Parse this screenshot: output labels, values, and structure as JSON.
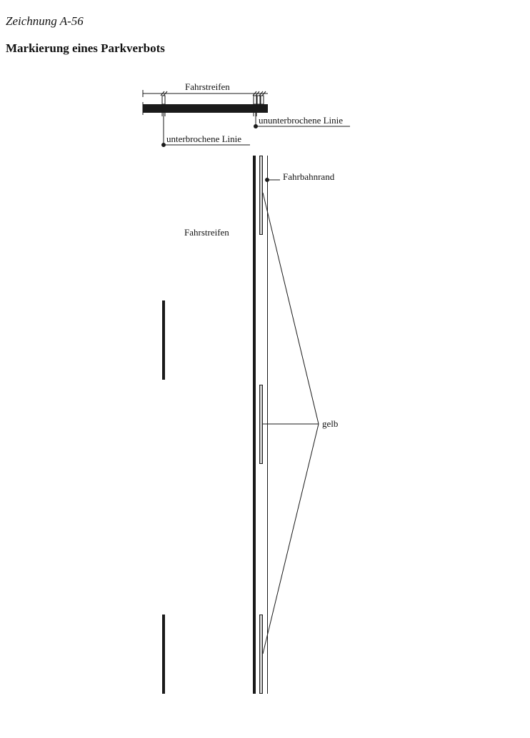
{
  "figure_label": "Zeichnung A-56",
  "title": "Markierung eines Parkverbots",
  "labels": {
    "lane_top": "Fahrstreifen",
    "solid_line": "ununterbrochene Linie",
    "broken_line": "unterbrochene Linie",
    "road_edge": "Fahrbahnrand",
    "lane": "Fahrstreifen",
    "yellow": "gelb"
  },
  "colors": {
    "line": "#1a1a1a",
    "yellow_marking": "#c8c8c8"
  }
}
